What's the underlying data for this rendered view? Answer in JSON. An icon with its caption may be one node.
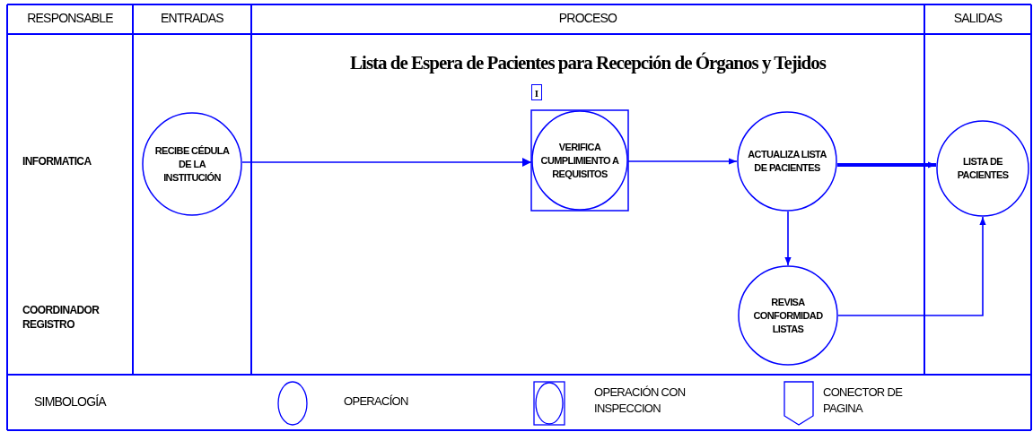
{
  "diagram": {
    "title": "Lista de Espera de Pacientes para Recepción de Órganos y Tejidos",
    "nodes": [
      {
        "text": [
          "RECIBE CÉDULA DE LA INSTITUCIÓN"
        ]
      },
      {
        "text": [
          "VERIFICA CUMPLIMIENTO A REQUISITOS"
        ],
        "beside": [
          "I"
        ]
      },
      {
        "text": [
          "ACTUALIZA LISTA DE PACIENTES"
        ]
      },
      {
        "text": [
          "LISTA DE PACIENTES"
        ]
      },
      {
        "text": [
          "REVISA CONFORMIDAD LISTAS"
        ]
      }
    ],
    "edges": [
      {
        "from": 0,
        "to": 1,
        "arrow": "to"
      },
      {
        "from": 1,
        "to": 2,
        "arrow": "to"
      },
      {
        "from": 2,
        "to": 3,
        "arrow": "to",
        "style": "thick"
      },
      {
        "from": 2,
        "to": 4,
        "arrow": "to"
      },
      {
        "from": 4,
        "to": 3,
        "arrow": "to"
      }
    ],
    "labels": [
      "RESPONSABLE",
      "ENTRADAS",
      "PROCESO",
      "SALIDAS",
      "INFORMATICA",
      "COORDINADOR REGISTRO",
      "SIMBOLOGÍA"
    ],
    "legend": [
      {
        "text": "OPERACÍON"
      },
      {
        "text": "OPERACIÓN CON INSPECCION"
      },
      {
        "text": "CONECTOR DE PAGINA"
      }
    ]
  }
}
